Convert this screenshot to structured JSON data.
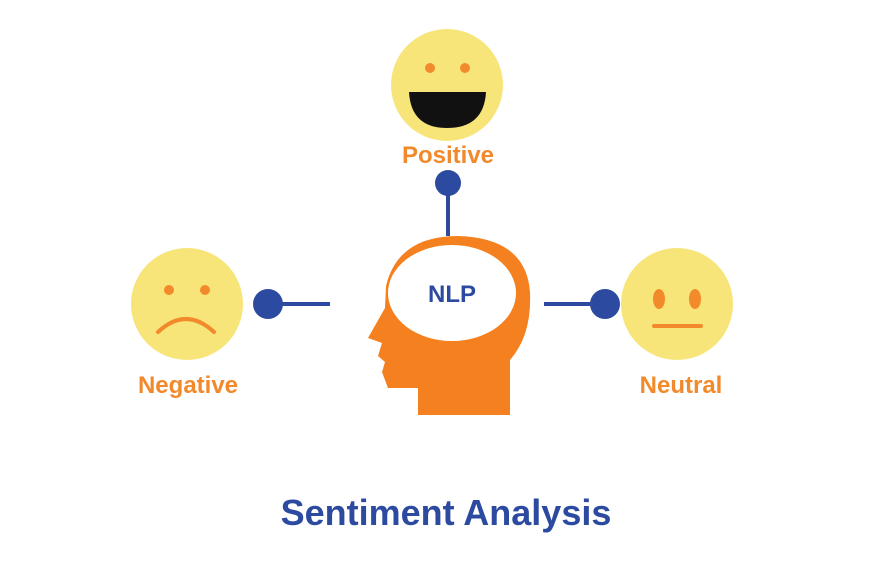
{
  "title": "Sentiment Analysis",
  "center": {
    "label": "NLP"
  },
  "sentiments": {
    "positive": {
      "label": "Positive"
    },
    "negative": {
      "label": "Negative"
    },
    "neutral": {
      "label": "Neutral"
    }
  },
  "colors": {
    "face_fill": "#f8e57a",
    "face_features": "#f28a2c",
    "mouth_positive": "#111111",
    "head_fill": "#f5801f",
    "connector": "#2c4aa0",
    "title_text": "#2c4aa0",
    "label_text": "#f28a2c",
    "nlp_text": "#2c4aa0"
  },
  "icons": {
    "positive": "laughing-face-icon",
    "negative": "sad-face-icon",
    "neutral": "neutral-face-icon",
    "center": "head-profile-icon"
  }
}
